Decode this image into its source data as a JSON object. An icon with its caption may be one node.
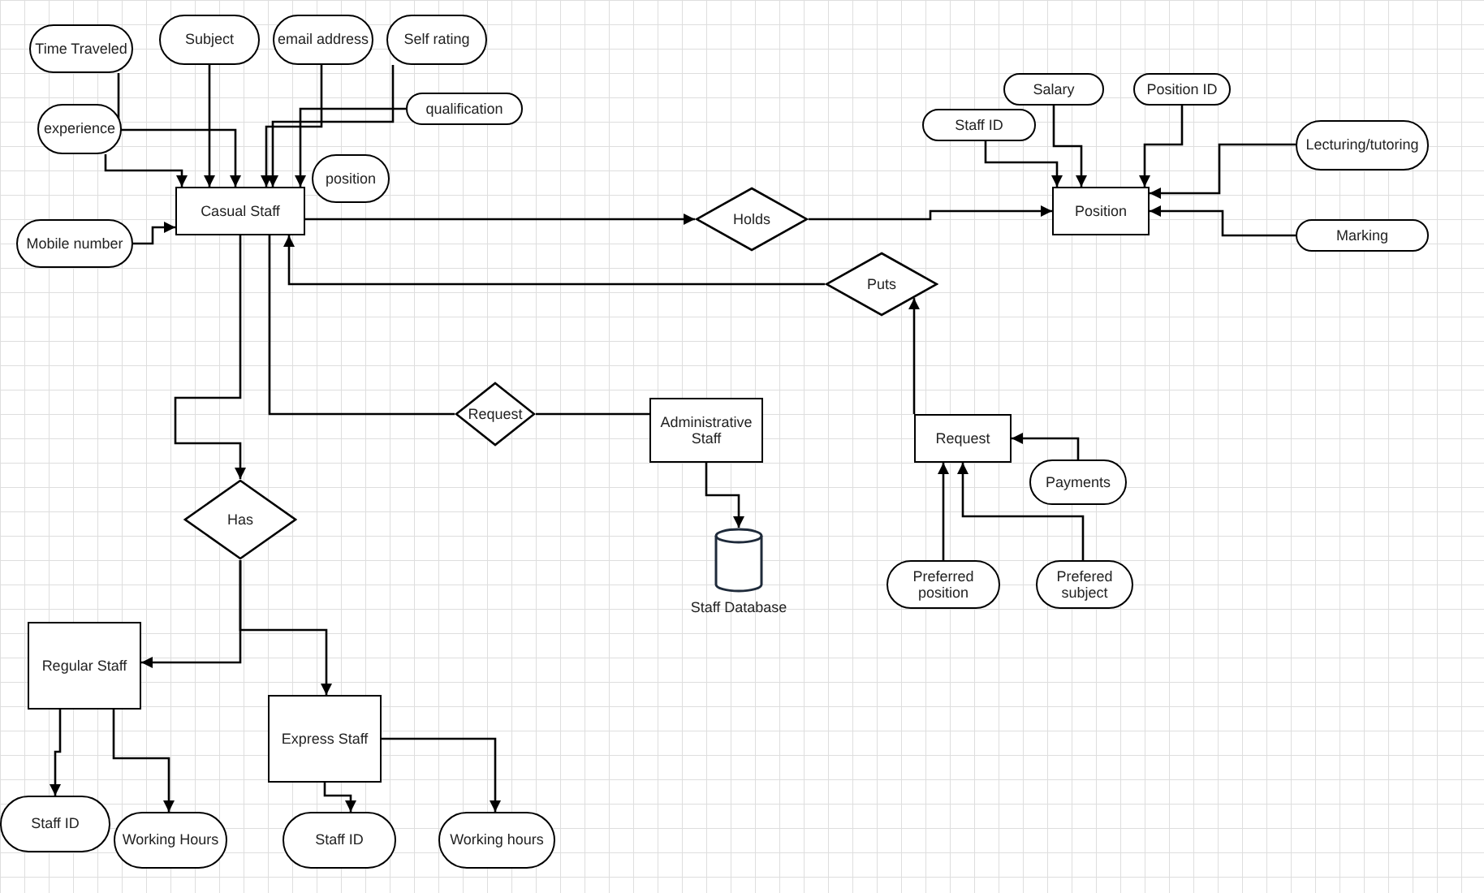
{
  "diagram": {
    "nodes": [
      {
        "text": [
          "Time Traveled"
        ]
      },
      {
        "text": [
          "Subject"
        ]
      },
      {
        "text": [
          "email address"
        ]
      },
      {
        "text": [
          "Self rating"
        ]
      },
      {
        "text": [
          "experience"
        ]
      },
      {
        "text": [
          "qualification"
        ]
      },
      {
        "text": [
          "position"
        ]
      },
      {
        "text": [
          "Casual Staff"
        ]
      },
      {
        "text": [
          "Mobile number"
        ]
      },
      {
        "text": [
          "Holds"
        ]
      },
      {
        "text": [
          "Position"
        ]
      },
      {
        "text": [
          "Staff ID"
        ]
      },
      {
        "text": [
          "Salary"
        ]
      },
      {
        "text": [
          "Position ID"
        ]
      },
      {
        "text": [
          "Lecturing/tutoring"
        ]
      },
      {
        "text": [
          "Marking"
        ]
      },
      {
        "text": [
          "Puts"
        ]
      },
      {
        "text": [
          "Request"
        ]
      },
      {
        "text": [
          "Administrative Staff"
        ]
      },
      {
        "text": [],
        "shape": "cylinder",
        "beside": [
          "Staff Database"
        ]
      },
      {
        "text": [
          "Request"
        ]
      },
      {
        "text": [
          "Payments"
        ]
      },
      {
        "text": [
          "Preferred position"
        ]
      },
      {
        "text": [
          "Prefered subject"
        ]
      },
      {
        "text": [
          "Has"
        ]
      },
      {
        "text": [
          "Regular Staff"
        ]
      },
      {
        "text": [
          "Express Staff"
        ]
      },
      {
        "text": [
          "Staff ID"
        ]
      },
      {
        "text": [
          "Working Hours"
        ]
      },
      {
        "text": [
          "Staff ID"
        ]
      },
      {
        "text": [
          "Working hours"
        ]
      }
    ],
    "edges": [
      {
        "from": 0,
        "to": 7,
        "arrow": "to"
      },
      {
        "from": 4,
        "to": 7,
        "arrow": "to"
      },
      {
        "from": 1,
        "to": 7,
        "arrow": "to"
      },
      {
        "from": 2,
        "to": 7,
        "arrow": "to"
      },
      {
        "from": 3,
        "to": 7,
        "arrow": "to"
      },
      {
        "from": 5,
        "to": 7,
        "arrow": "to"
      },
      {
        "from": 8,
        "to": 7,
        "arrow": "to"
      },
      {
        "from": 7,
        "to": 9,
        "arrow": "to"
      },
      {
        "from": 9,
        "to": 10,
        "arrow": "to"
      },
      {
        "from": 11,
        "to": 10,
        "arrow": "to"
      },
      {
        "from": 12,
        "to": 10,
        "arrow": "to"
      },
      {
        "from": 13,
        "to": 10,
        "arrow": "to"
      },
      {
        "from": 14,
        "to": 10,
        "arrow": "to"
      },
      {
        "from": 15,
        "to": 10,
        "arrow": "to"
      },
      {
        "from": 16,
        "to": 7,
        "arrow": "to"
      },
      {
        "from": 20,
        "to": 16,
        "arrow": "to"
      },
      {
        "from": 21,
        "to": 20,
        "arrow": "to"
      },
      {
        "from": 22,
        "to": 20,
        "arrow": "to"
      },
      {
        "from": 23,
        "to": 20,
        "arrow": "to"
      },
      {
        "from": 7,
        "to": 17,
        "arrow": "none"
      },
      {
        "from": 17,
        "to": 18,
        "arrow": "none"
      },
      {
        "from": 18,
        "to": 19,
        "arrow": "to"
      },
      {
        "from": 7,
        "to": 24,
        "arrow": "to"
      },
      {
        "from": 24,
        "to": 25,
        "arrow": "to"
      },
      {
        "from": 24,
        "to": 26,
        "arrow": "to"
      },
      {
        "from": 25,
        "to": 27,
        "arrow": "to"
      },
      {
        "from": 25,
        "to": 28,
        "arrow": "to"
      },
      {
        "from": 26,
        "to": 29,
        "arrow": "to"
      },
      {
        "from": 26,
        "to": 30,
        "arrow": "to"
      }
    ]
  }
}
